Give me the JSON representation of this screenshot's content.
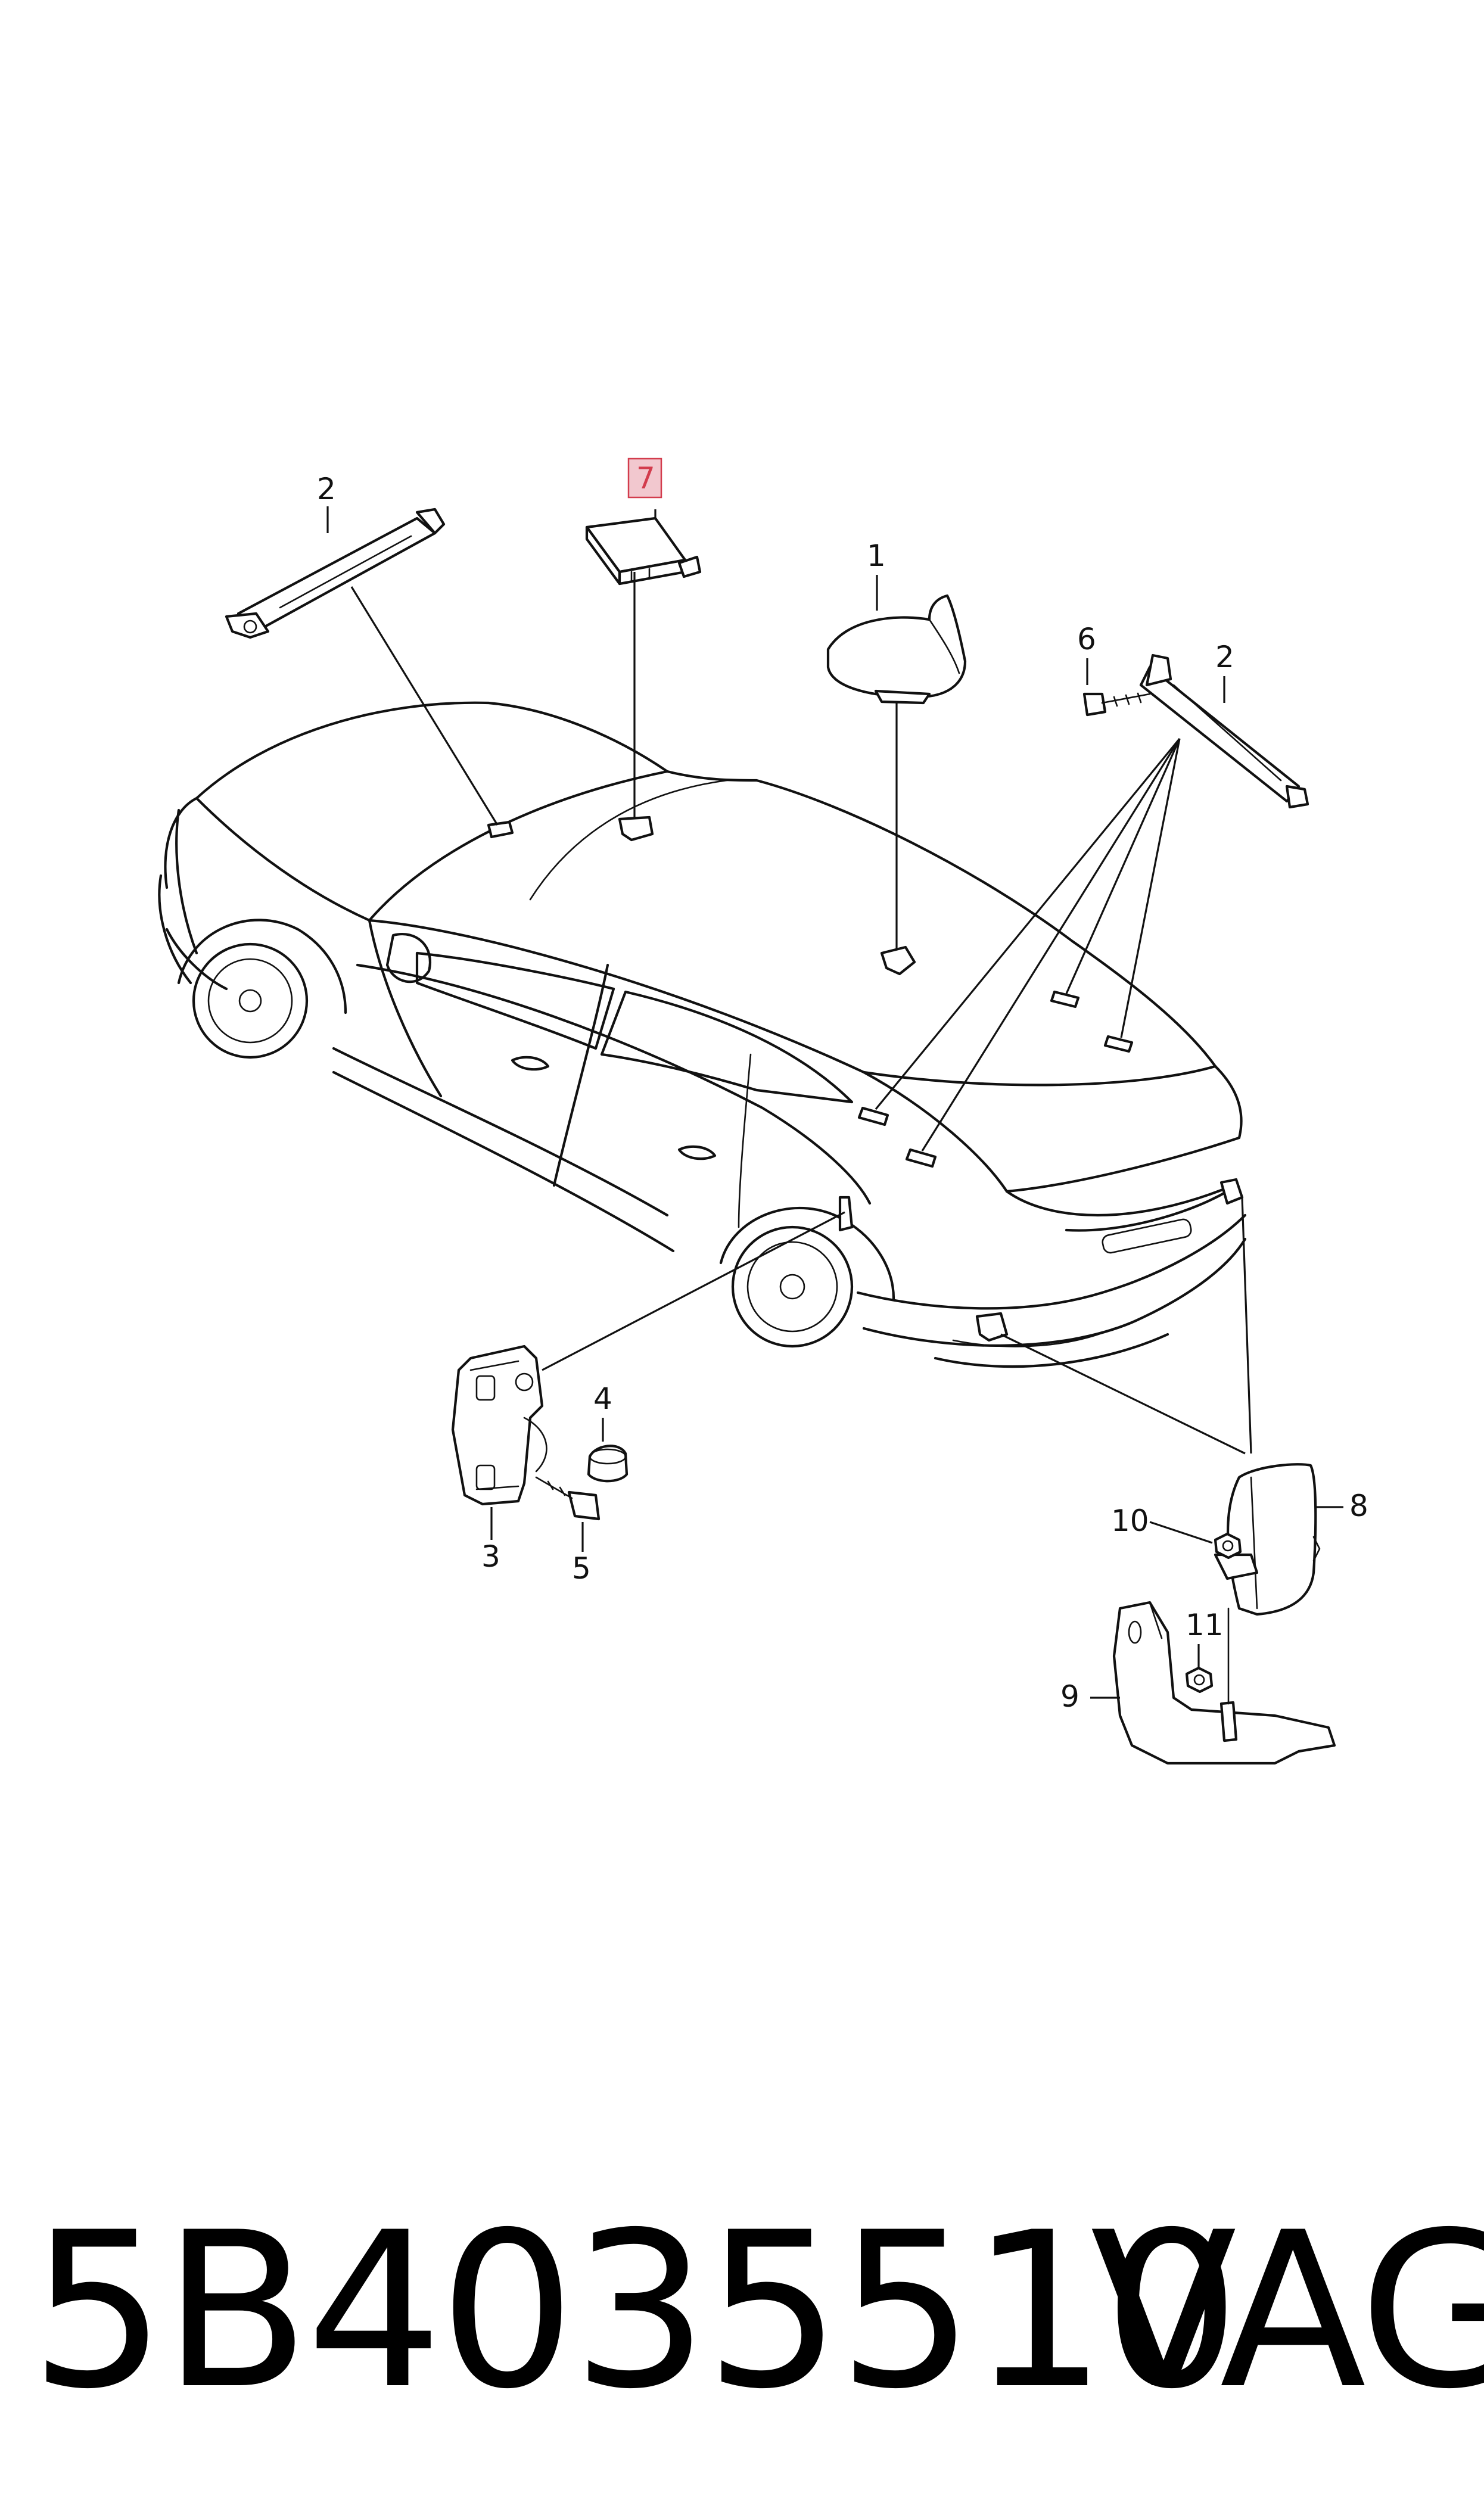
{
  "diagram": {
    "callouts": [
      {
        "id": "1",
        "label": "1"
      },
      {
        "id": "2a",
        "label": "2"
      },
      {
        "id": "2b",
        "label": "2"
      },
      {
        "id": "3",
        "label": "3"
      },
      {
        "id": "4",
        "label": "4"
      },
      {
        "id": "5",
        "label": "5"
      },
      {
        "id": "6",
        "label": "6"
      },
      {
        "id": "7",
        "label": "7",
        "highlighted": true
      },
      {
        "id": "8",
        "label": "8"
      },
      {
        "id": "9",
        "label": "9"
      },
      {
        "id": "10",
        "label": "10"
      },
      {
        "id": "11",
        "label": "11"
      }
    ],
    "highlight_color": "#f2c8cf",
    "highlight_border": "#d33c4d"
  },
  "footer": {
    "part_number": "5B4035510",
    "brand": "VAG"
  }
}
